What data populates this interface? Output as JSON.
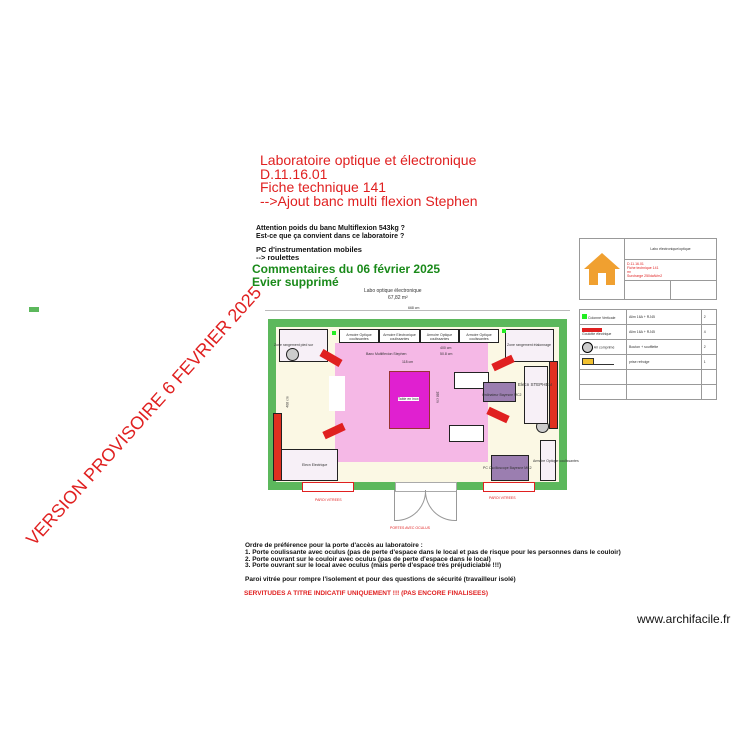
{
  "header": {
    "lines": [
      "Laboratoire optique et électronique",
      "D.11.16.01",
      "Fiche technique 141",
      "-->Ajout banc multi flexion Stephen"
    ]
  },
  "warnings": {
    "weight": [
      "Attention poids du banc Multiflexion 543kg ?",
      "Est-ce que ça convient dans ce laboratoire ?"
    ],
    "pc": [
      "PC d'instrumentation mobiles",
      "--> roulettes"
    ]
  },
  "comments": [
    "Commentaires du 06 février 2025",
    "Evier supprimé"
  ],
  "watermark": "VERSION PROVISOIRE 6 FEVRIER 2025",
  "plan": {
    "room_name": "Labo optique électronique",
    "room_area": "67,82 m²",
    "width_dim": "668 cm",
    "height_dim": "408 cm",
    "cabinets": [
      "Armoire Optique coulissantes",
      "Armoire Electronique coulissantes",
      "Armoire Optique coulissantes",
      "Armoire Optique coulissantes"
    ],
    "zone_left": "Zone rangement pied sur",
    "zone_right": "Zone rangement étalonnage",
    "bench": "Banc Multiflexion Stephen",
    "bench_dim": "118 cm",
    "table": "Table en inox",
    "table_dim": "188 cm",
    "mid_dim": "400 cm",
    "mid_dim2": "50.8 cm",
    "elecn_stephen": "Elecn STEPHEN",
    "ordi_mc2": "Ordinateur Bayesne MC2",
    "elec_left": "Elecn Electrique",
    "pc_mc2": "PC Oscilloscope Bayesne MC2",
    "armoire_right": "Armoire Optique coulissantes",
    "glass_left": "PAROI VITREES",
    "glass_right": "PAROI VITREES",
    "doors": "PORTES AVEC OCULUS"
  },
  "legend": {
    "title": "Labo électronique/optique",
    "info": [
      "D.11.16.01",
      "Fiche technique 141",
      "m²",
      "Surcharge 250daN/m2"
    ],
    "rows": [
      {
        "symbol": "Colonne Verticale",
        "desc": "Alim 16A + RJ45",
        "qty": "2"
      },
      {
        "symbol": "Goulotte électrique",
        "desc": "Alim 16A + RJ45",
        "qty": "4"
      },
      {
        "symbol": "Air comprimé",
        "desc": "Bouton + soufflette",
        "qty": "2"
      },
      {
        "symbol": "",
        "desc": "prise refroige",
        "qty": "1"
      }
    ]
  },
  "footer": {
    "title": "Ordre de préférence pour la porte d'accès au laboratoire :",
    "items": [
      "1. Porte coulissante avec oculus (pas de perte d'espace dans le local et pas de risque pour les personnes dans le couloir)",
      "2. Porte ouvrant sur le couloir avec oculus (pas de perte d'espace dans le local)",
      "3. Porte ouvrant sur le local avec oculus (mais perte d'espace très préjudiciable !!!)"
    ],
    "glass_note": "Paroi vitrée pour rompre l'isolement et pour des questions de sécurité (travailleur isolé)",
    "servitudes": "SERVITUDES A TITRE INDICATIF UNIQUEMENT !!! (PAS ENCORE FINALISEES)"
  },
  "brand": "www.archifacile.fr",
  "colors": {
    "wall": "#5cb85c",
    "bench": "#f5b8e6",
    "table": "#e020d0",
    "title": "#e02020",
    "comment": "#1a8a1a",
    "legend_house": "#f0a030"
  }
}
